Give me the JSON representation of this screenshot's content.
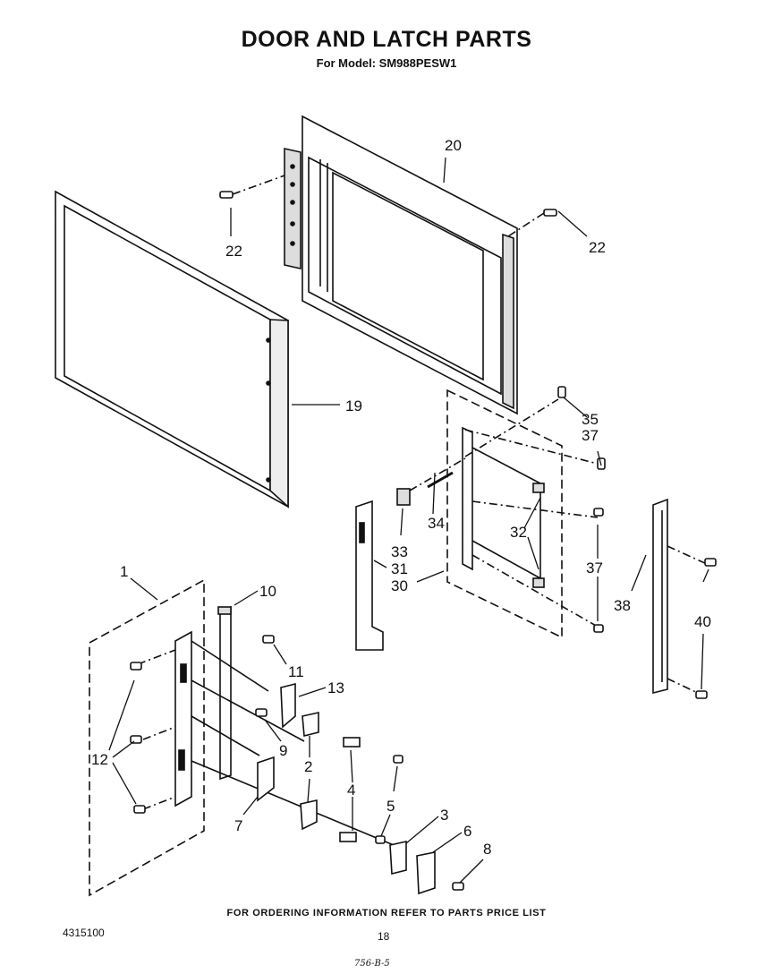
{
  "header": {
    "title": "DOOR AND LATCH PARTS",
    "subtitle": "For Model: SM988PESW1"
  },
  "callouts": [
    "1",
    "2",
    "3",
    "4",
    "5",
    "6",
    "7",
    "8",
    "9",
    "10",
    "11",
    "12",
    "13",
    "19",
    "20",
    "22",
    "22",
    "30",
    "31",
    "32",
    "33",
    "34",
    "35",
    "37",
    "37",
    "38",
    "40"
  ],
  "footer": {
    "ordering_note": "FOR ORDERING INFORMATION REFER TO PARTS PRICE LIST",
    "document_number": "4315100",
    "page_number": "18",
    "handwritten_note": "756-B-5"
  }
}
